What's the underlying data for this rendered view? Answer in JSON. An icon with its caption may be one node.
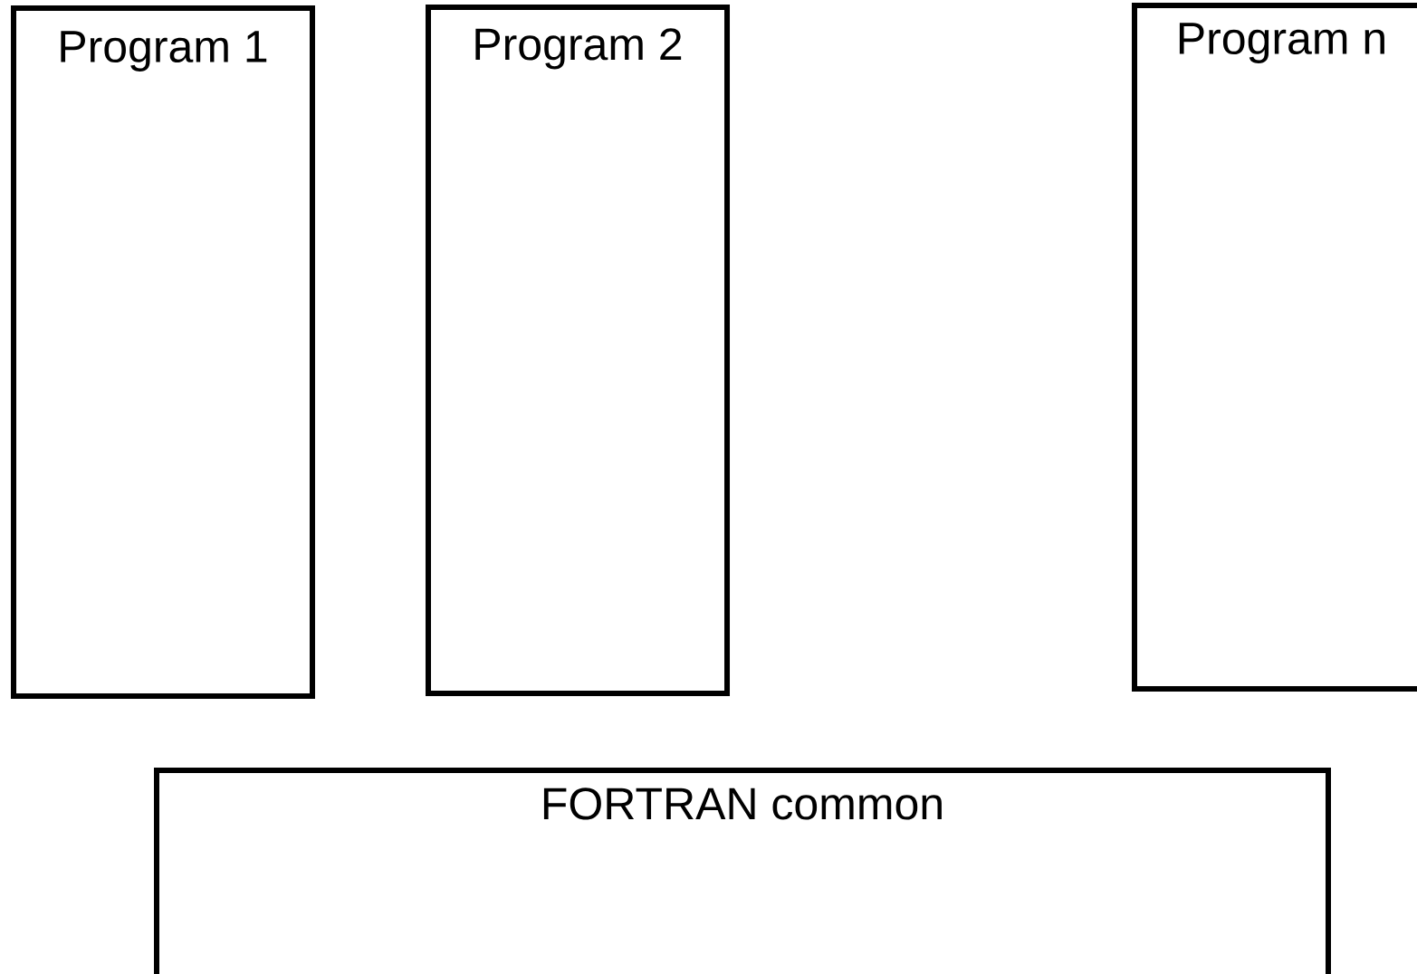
{
  "diagram": {
    "nodes": [
      {
        "text": [
          "Program 1"
        ]
      },
      {
        "text": [
          "Program 2"
        ]
      },
      {
        "text": [
          "Program n"
        ]
      },
      {
        "text": [
          "FORTRAN common"
        ]
      }
    ]
  }
}
